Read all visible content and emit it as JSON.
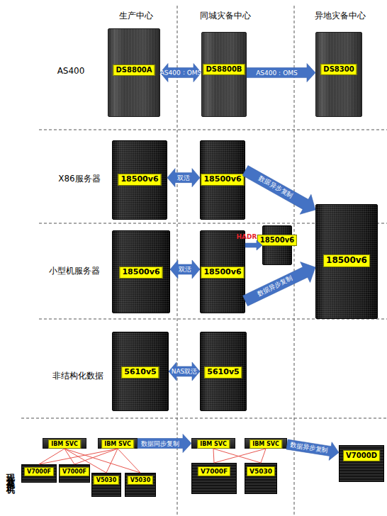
{
  "diagram": {
    "nodes": [
      {
        "text": [
          "DS8800A"
        ]
      },
      {
        "text": [
          "DS8800B"
        ]
      },
      {
        "text": [
          "DS8300"
        ]
      },
      {
        "text": [
          "18500v6"
        ]
      },
      {
        "text": [
          "18500v6"
        ]
      },
      {
        "text": [
          "18500v6"
        ]
      },
      {
        "text": [
          "18500v6"
        ]
      },
      {
        "text": [
          "18500v6"
        ]
      },
      {
        "text": [
          "18500v6"
        ]
      },
      {
        "text": [
          "5610v5"
        ]
      },
      {
        "text": [
          "5610v5"
        ]
      },
      {
        "text": [
          "IBM SVC"
        ]
      },
      {
        "text": [
          "IBM SVC"
        ]
      },
      {
        "text": [
          "V7000F"
        ]
      },
      {
        "text": [
          "V7000F"
        ]
      },
      {
        "text": [
          "V5030"
        ]
      },
      {
        "text": [
          "V5030"
        ]
      },
      {
        "text": [
          "IBM SVC"
        ]
      },
      {
        "text": [
          "IBM SVC"
        ]
      },
      {
        "text": [
          "V7000F"
        ]
      },
      {
        "text": [
          "V5030"
        ]
      },
      {
        "text": [
          "V7000D"
        ]
      }
    ],
    "edges": [
      {
        "from": 0,
        "to": 1,
        "arrow": "both",
        "label": "AS400：OMS"
      },
      {
        "from": 1,
        "to": 2,
        "arrow": "to",
        "label": "AS400：OMS"
      },
      {
        "from": 3,
        "to": 4,
        "arrow": "both",
        "label": "双活"
      },
      {
        "from": 4,
        "to": 5,
        "arrow": "to",
        "label": "数据异步复制"
      },
      {
        "from": 6,
        "to": 7,
        "arrow": "both",
        "label": "双活"
      },
      {
        "from": 7,
        "to": 8,
        "arrow": "to",
        "label": "HADR"
      },
      {
        "from": 7,
        "to": 5,
        "arrow": "to",
        "label": "数据异步复制"
      },
      {
        "from": 9,
        "to": 10,
        "arrow": "both",
        "label": "NAS双活"
      },
      {
        "from": 11,
        "to": 13,
        "arrow": "none"
      },
      {
        "from": 11,
        "to": 14,
        "arrow": "none"
      },
      {
        "from": 11,
        "to": 15,
        "arrow": "none"
      },
      {
        "from": 11,
        "to": 16,
        "arrow": "none"
      },
      {
        "from": 12,
        "to": 13,
        "arrow": "none"
      },
      {
        "from": 12,
        "to": 14,
        "arrow": "none"
      },
      {
        "from": 12,
        "to": 15,
        "arrow": "none"
      },
      {
        "from": 12,
        "to": 16,
        "arrow": "none"
      },
      {
        "from": 12,
        "to": 17,
        "arrow": "to",
        "label": "数据同步复制"
      },
      {
        "from": 17,
        "to": 19,
        "arrow": "none"
      },
      {
        "from": 17,
        "to": 20,
        "arrow": "none"
      },
      {
        "from": 18,
        "to": 19,
        "arrow": "none"
      },
      {
        "from": 18,
        "to": 20,
        "arrow": "none"
      },
      {
        "from": 18,
        "to": 21,
        "arrow": "to",
        "label": "数据异步复制"
      }
    ],
    "labels": [
      "生产中心",
      "同城灾备中心",
      "异地灾备中心",
      "AS400",
      "X86服务器",
      "小型机服务器",
      "非结构化数据",
      "现有其他主机"
    ]
  }
}
